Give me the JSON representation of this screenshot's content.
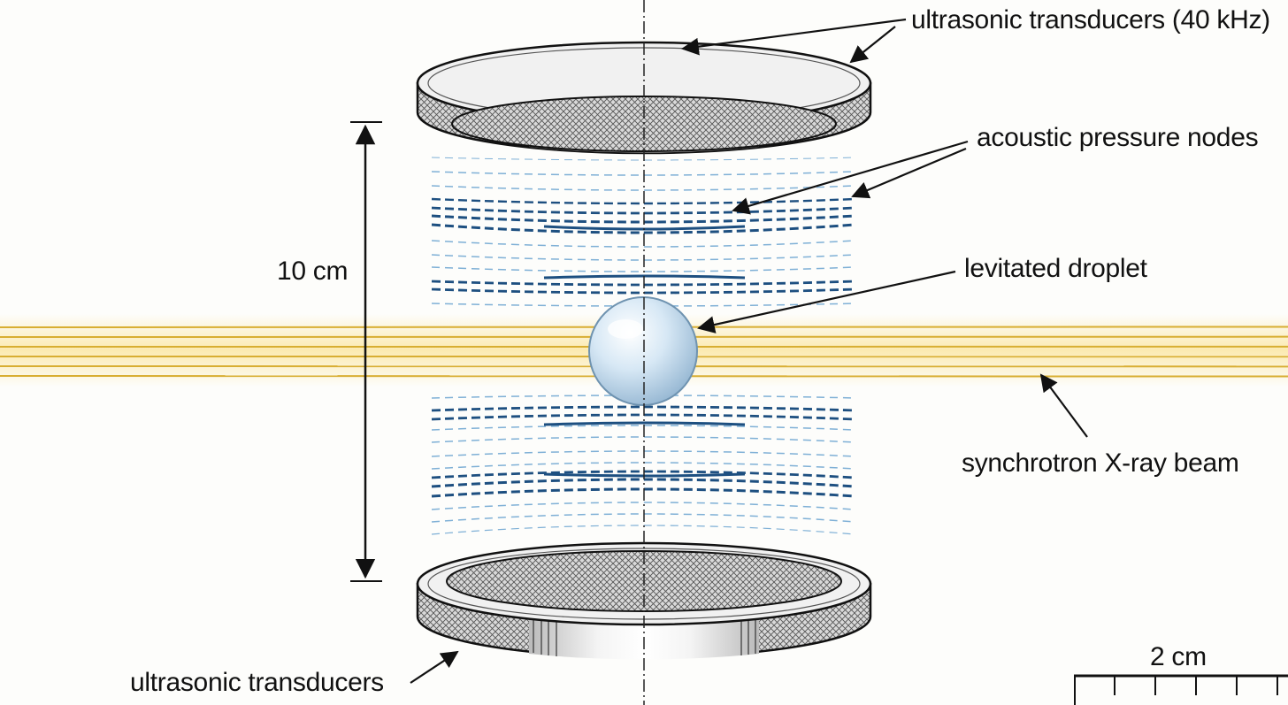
{
  "labels": {
    "top_transducers": "ultrasonic transducers (40 kHz)",
    "pressure_nodes": "acoustic pressure nodes",
    "droplet": "levitated droplet",
    "beam": "synchrotron X-ray beam",
    "bottom_transducers": "ultrasonic transducers",
    "height_dimension": "10 cm",
    "scale_bar": "2 cm"
  },
  "colors": {
    "node_light": "#7fb0d6",
    "node_dark": "#1d4f80",
    "beam_line": "#d8ae32",
    "beam_glow": "#fbe7a4",
    "droplet_fill": "#d7e8f5",
    "droplet_edge": "#6f93b0",
    "ink": "#111111"
  }
}
